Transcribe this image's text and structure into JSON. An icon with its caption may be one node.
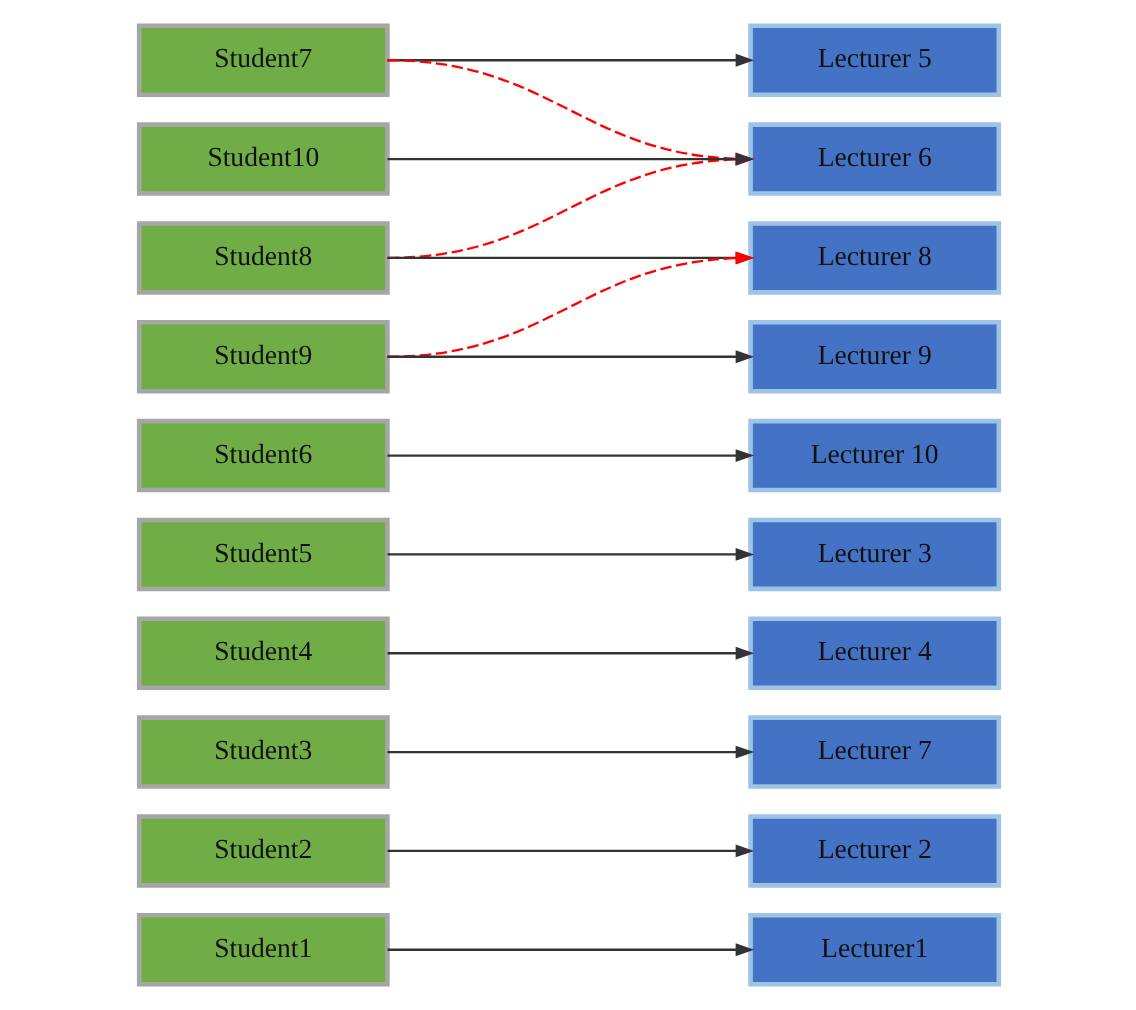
{
  "diagram": {
    "nodes": [
      {
        "text": [
          "Student1"
        ]
      },
      {
        "text": [
          "Student2"
        ]
      },
      {
        "text": [
          "Student3"
        ]
      },
      {
        "text": [
          "Student4"
        ]
      },
      {
        "text": [
          "Student5"
        ]
      },
      {
        "text": [
          "Student6"
        ]
      },
      {
        "text": [
          "Student7"
        ]
      },
      {
        "text": [
          "Student8"
        ]
      },
      {
        "text": [
          "Student9"
        ]
      },
      {
        "text": [
          "Student10"
        ]
      },
      {
        "text": [
          "Lecturer1"
        ]
      },
      {
        "text": [
          "Lecturer 2"
        ]
      },
      {
        "text": [
          "Lecturer 3"
        ]
      },
      {
        "text": [
          "Lecturer 4"
        ]
      },
      {
        "text": [
          "Lecturer 5"
        ]
      },
      {
        "text": [
          "Lecturer 6"
        ]
      },
      {
        "text": [
          "Lecturer 7"
        ]
      },
      {
        "text": [
          "Lecturer 8"
        ]
      },
      {
        "text": [
          "Lecturer 9"
        ]
      },
      {
        "text": [
          "Lecturer 10"
        ]
      }
    ],
    "edges": [
      {
        "from": 0,
        "to": 10,
        "arrow": "to"
      },
      {
        "from": 1,
        "to": 11,
        "arrow": "to"
      },
      {
        "from": 2,
        "to": 16,
        "arrow": "to"
      },
      {
        "from": 3,
        "to": 13,
        "arrow": "to"
      },
      {
        "from": 4,
        "to": 12,
        "arrow": "to"
      },
      {
        "from": 5,
        "to": 19,
        "arrow": "to"
      },
      {
        "from": 6,
        "to": 14,
        "arrow": "to"
      },
      {
        "from": 6,
        "to": 15,
        "arrow": "to",
        "style": "dashed",
        "color": "#ff0000"
      },
      {
        "from": 7,
        "to": 15,
        "arrow": "to",
        "style": "dashed",
        "color": "#ff0000"
      },
      {
        "from": 7,
        "to": 17,
        "arrow": "to"
      },
      {
        "from": 8,
        "to": 17,
        "arrow": "to",
        "style": "dashed",
        "color": "#ff0000"
      },
      {
        "from": 8,
        "to": 18,
        "arrow": "to"
      },
      {
        "from": 9,
        "to": 15,
        "arrow": "to"
      }
    ]
  }
}
